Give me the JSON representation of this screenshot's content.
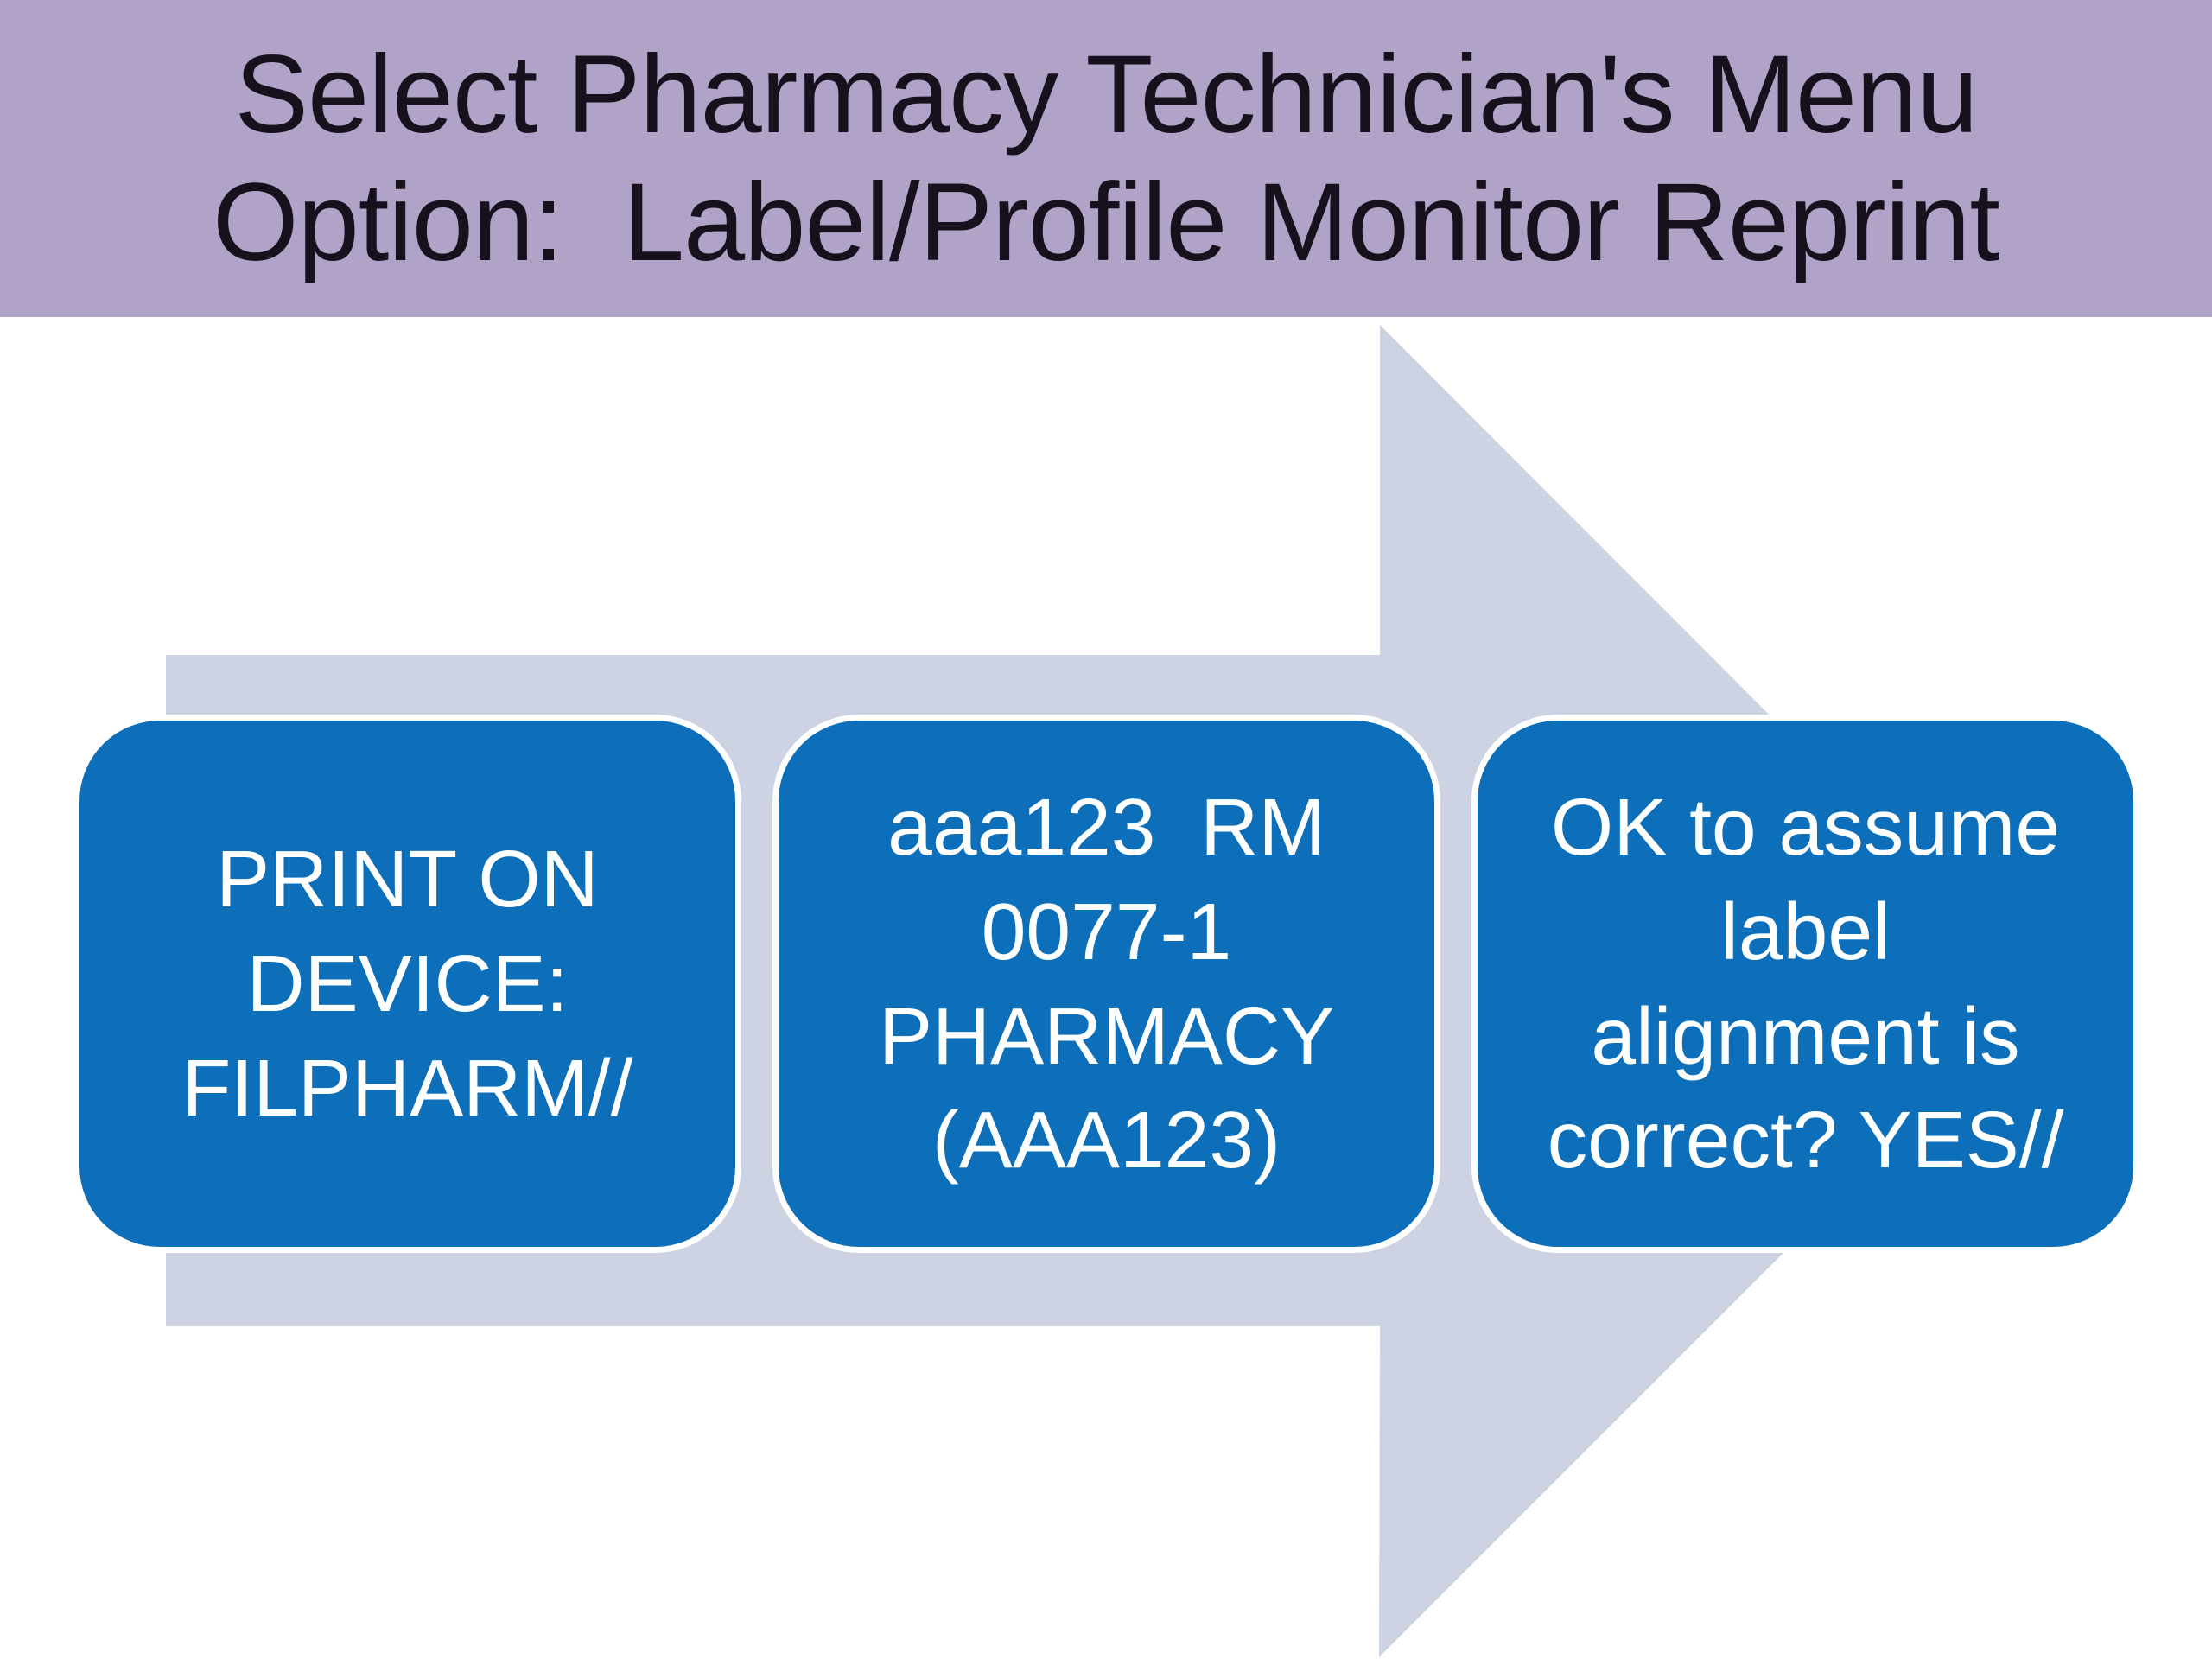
{
  "theme": {
    "colors": {
      "background": "#ffffff",
      "band": "#b1a3c7",
      "arrow": "#cdd3e2",
      "box": "#0d6fba",
      "box-border": "#ffffff",
      "box-text": "#ffffff",
      "title-text": "#17111d"
    }
  },
  "header": {
    "title": "Select Pharmacy Technician's Menu\nOption:  Label/Profile Monitor Reprint"
  },
  "flow": {
    "arrow_icon": "right-block-arrow",
    "steps": [
      {
        "label": "PRINT ON\nDEVICE:\nFILPHARM//"
      },
      {
        "label": "aaa123  RM\n0077-1\nPHARMACY\n(AAA123)"
      },
      {
        "label": "OK to assume\nlabel\nalignment is\ncorrect? YES//"
      }
    ]
  }
}
